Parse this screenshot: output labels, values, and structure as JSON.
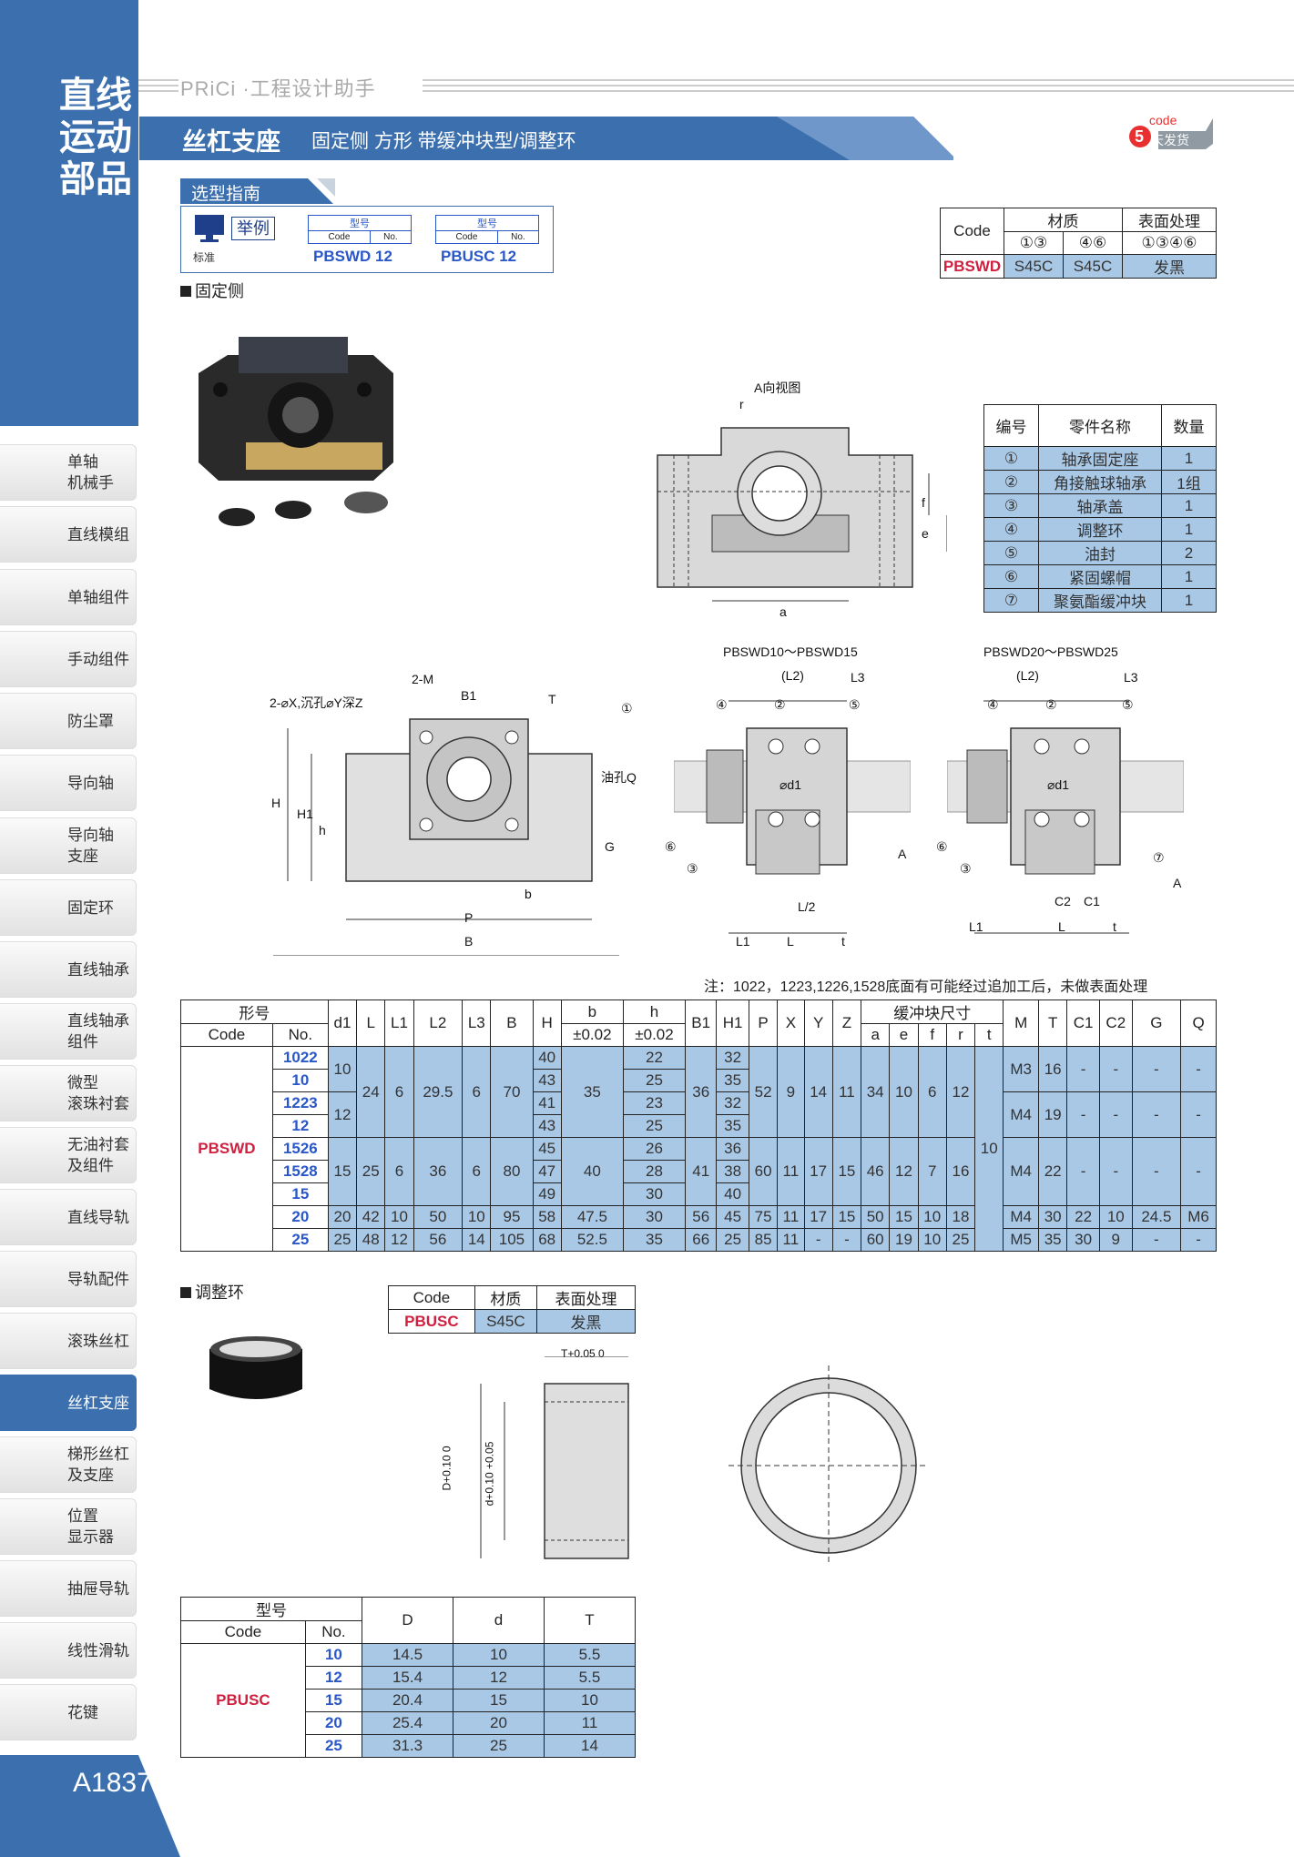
{
  "sidebar": {
    "category": "直线运动部品",
    "items": [
      "单轴\n机械手",
      "直线模组",
      "单轴组件",
      "手动组件",
      "防尘罩",
      "导向轴",
      "导向轴\n支座",
      "固定环",
      "直线轴承",
      "直线轴承\n组件",
      "微型\n滚珠衬套",
      "无油衬套\n及组件",
      "直线导轨",
      "导轨配件",
      "滚珠丝杠",
      "丝杠支座",
      "梯形丝杠\n及支座",
      "位置\n显示器",
      "抽屉导轨",
      "线性滑轨",
      "花键"
    ],
    "active": "丝杠支座",
    "page": "A1837"
  },
  "header": {
    "brand": "PRiCi ·工程设计助手",
    "title": "丝杠支座",
    "subtitle": "固定侧 方形 带缓冲块型/调整环",
    "badge_top": "code",
    "badge_num": "5",
    "badge_text": "天发货"
  },
  "guide": {
    "label": "选型指南",
    "example": "举例",
    "standard": "标准",
    "box1": {
      "model": "型号",
      "code": "Code",
      "no": "No.",
      "value": "PBSWD 12"
    },
    "box2": {
      "model": "型号",
      "code": "Code",
      "no": "No.",
      "value": "PBUSC 12"
    }
  },
  "sections": {
    "fixed": "固定侧",
    "ring": "调整环"
  },
  "material_table": {
    "code": "Code",
    "material": "材质",
    "surface": "表面处理",
    "m1": "①③",
    "m2": "④⑥",
    "s1": "①③④⑥",
    "row": [
      "PBSWD",
      "S45C",
      "S45C",
      "发黑"
    ]
  },
  "parts": {
    "headers": [
      "编号",
      "零件名称",
      "数量"
    ],
    "rows": [
      [
        "①",
        "轴承固定座",
        "1"
      ],
      [
        "②",
        "角接触球轴承",
        "1组"
      ],
      [
        "③",
        "轴承盖",
        "1"
      ],
      [
        "④",
        "调整环",
        "1"
      ],
      [
        "⑤",
        "油封",
        "2"
      ],
      [
        "⑥",
        "紧固螺帽",
        "1"
      ],
      [
        "⑦",
        "聚氨酯缓冲块",
        "1"
      ]
    ]
  },
  "drawing_labels": {
    "a_view": "A向视图",
    "r": "r",
    "f": "f",
    "e": "e",
    "a": "a",
    "x": "2-⌀X,沉孔⌀Y深Z",
    "m": "2-M",
    "b1": "B1",
    "t": "T",
    "c1": "①",
    "oil": "油孔Q",
    "H": "H",
    "H1": "H1",
    "h": "h",
    "G": "G",
    "b": "b",
    "P": "P",
    "B": "B",
    "range1": "PBSWD10～PBSWD15",
    "range2": "PBSWD20～PBSWD25",
    "L2": "(L2)",
    "L3": "L3",
    "d1": "⌀d1",
    "L2h": "L/2",
    "L1": "L1",
    "L": "L",
    "tt": "t",
    "A": "A",
    "C2": "C2",
    "C1": "C1",
    "n2": "②",
    "n3": "③",
    "n4": "④",
    "n5": "⑤",
    "n6": "⑥",
    "n7": "⑦",
    "T05": "T+0.05 0",
    "D01": "D+0.10 0",
    "d01": "d+0.10 +0.05"
  },
  "note": "注：1022，1223,1226,1528底面有可能经过追加工后，未做表面处理",
  "main_table": {
    "head1": [
      "形号",
      "d1",
      "L",
      "L1",
      "L2",
      "L3",
      "B",
      "H",
      "b",
      "h",
      "B1",
      "H1",
      "P",
      "X",
      "Y",
      "Z",
      "缓冲块尺寸",
      "M",
      "T",
      "C1",
      "C2",
      "G",
      "Q"
    ],
    "head2": [
      "Code",
      "No.",
      "±0.02",
      "±0.02",
      "a",
      "e",
      "f",
      "r",
      "t"
    ],
    "code": "PBSWD",
    "rows": [
      [
        "1022",
        "10",
        "24",
        "6",
        "29.5",
        "6",
        "70",
        "40",
        "35",
        "22",
        "36",
        "32",
        "52",
        "9",
        "14",
        "11",
        "34",
        "10",
        "6",
        "12",
        "10",
        "M3",
        "16",
        "-",
        "-",
        "-",
        "-"
      ],
      [
        "10",
        "",
        "",
        "",
        "",
        "",
        "",
        "43",
        "",
        "25",
        "",
        "35"
      ],
      [
        "1223",
        "12",
        "",
        "",
        "",
        "",
        "",
        "41",
        "",
        "23",
        "",
        "32",
        "",
        "",
        "",
        "",
        "",
        "",
        "",
        "",
        "",
        "M4",
        "19",
        "-",
        "-",
        "-",
        "-"
      ],
      [
        "12",
        "",
        "",
        "",
        "",
        "",
        "",
        "43",
        "",
        "25",
        "",
        "35"
      ],
      [
        "1526",
        "15",
        "25",
        "6",
        "36",
        "6",
        "80",
        "45",
        "40",
        "26",
        "41",
        "36",
        "60",
        "11",
        "17",
        "15",
        "46",
        "12",
        "7",
        "16",
        "",
        "M4",
        "22",
        "-",
        "-",
        "-",
        "-"
      ],
      [
        "1528",
        "",
        "",
        "",
        "",
        "",
        "",
        "47",
        "",
        "28",
        "",
        "38"
      ],
      [
        "15",
        "",
        "",
        "",
        "",
        "",
        "",
        "49",
        "",
        "30",
        "",
        "40"
      ],
      [
        "20",
        "20",
        "42",
        "10",
        "50",
        "10",
        "95",
        "58",
        "47.5",
        "30",
        "56",
        "45",
        "75",
        "11",
        "17",
        "15",
        "50",
        "15",
        "10",
        "18",
        "",
        "M4",
        "30",
        "22",
        "10",
        "24.5",
        "M6"
      ],
      [
        "25",
        "25",
        "48",
        "12",
        "56",
        "14",
        "105",
        "68",
        "52.5",
        "35",
        "66",
        "25",
        "85",
        "11",
        "-",
        "-",
        "60",
        "19",
        "10",
        "25",
        "",
        "M5",
        "35",
        "30",
        "9",
        "-",
        "-"
      ]
    ]
  },
  "ring_mat": {
    "code": "Code",
    "material": "材质",
    "surface": "表面处理",
    "row": [
      "PBUSC",
      "S45C",
      "发黑"
    ]
  },
  "ring_table": {
    "model": "型号",
    "code": "Code",
    "no": "No.",
    "D": "D",
    "d": "d",
    "T": "T",
    "codev": "PBUSC",
    "rows": [
      [
        "10",
        "14.5",
        "10",
        "5.5"
      ],
      [
        "12",
        "15.4",
        "12",
        "5.5"
      ],
      [
        "15",
        "20.4",
        "15",
        "10"
      ],
      [
        "20",
        "25.4",
        "20",
        "11"
      ],
      [
        "25",
        "31.3",
        "25",
        "14"
      ]
    ]
  }
}
